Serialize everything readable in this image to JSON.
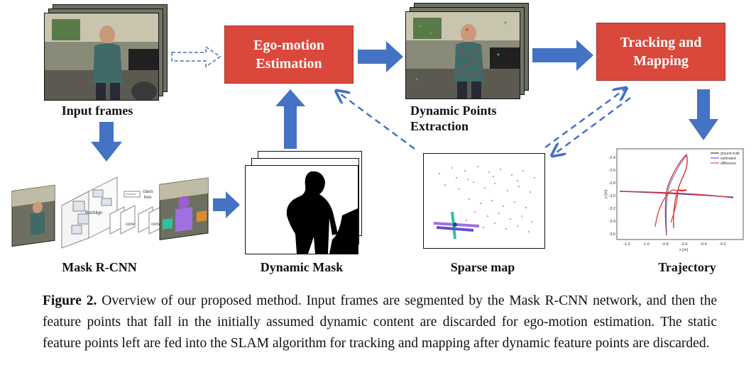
{
  "nodes": {
    "input_frames": "Input frames",
    "ego_motion_line1": "Ego-motion",
    "ego_motion_line2": "Estimation",
    "dynamic_points_line1": "Dynamic Points",
    "dynamic_points_line2": "Extraction",
    "tracking_line1": "Tracking and",
    "tracking_line2": "Mapping",
    "mask_rcnn": "Mask R-CNN",
    "dynamic_mask": "Dynamic Mask",
    "sparse_map": "Sparse map",
    "trajectory": "Trajectory"
  },
  "mask_rcnn_diagram": {
    "roialign": "RoIAlign",
    "class_box_1": "class",
    "class_box_2": "box",
    "conv_1": "conv",
    "conv_2": "conv"
  },
  "trajectory_plot": {
    "legend": [
      "ground truth",
      "estimated",
      "difference"
    ],
    "y_ticks": [
      "-2.4",
      "-2.6",
      "-2.8",
      "-3.0",
      "-3.2",
      "-3.4",
      "-3.6"
    ],
    "x_ticks": [
      "-1.2",
      "-1.0",
      "-0.8",
      "-0.6",
      "-0.4",
      "-0.2"
    ],
    "xlabel": "x [m]",
    "ylabel": "y [m]"
  },
  "caption": {
    "figure_label": "Figure 2.",
    "text": "Overview of our proposed method. Input frames are segmented by the Mask R-CNN network, and then the feature points that fall in the initially assumed dynamic content are discarded for ego-motion estimation. The static feature points left are fed into the SLAM algorithm for tracking and mapping after dynamic feature points are discarded."
  },
  "colors": {
    "red_box": "#d9483b",
    "arrow_blue": "#4472c4",
    "plot_red": "#e03030",
    "plot_blue": "#3050c0"
  }
}
